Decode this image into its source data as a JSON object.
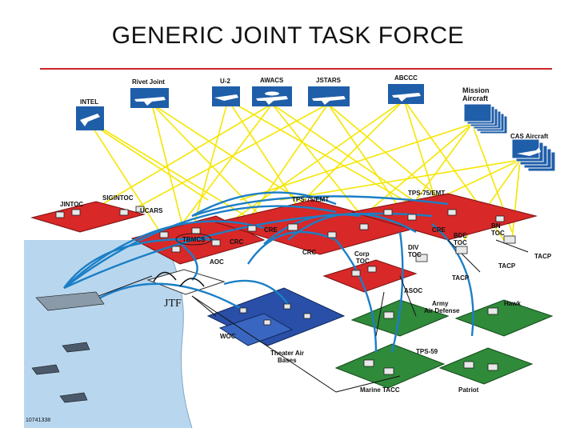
{
  "title": "GENERIC JOINT TASK FORCE",
  "colors": {
    "title_rule": "#d2232a",
    "yellow_link": "#f5e600",
    "blue_link": "#1b7fc6",
    "sea": "#b8d7ef",
    "red_platform": "#d82828",
    "blue_platform": "#2a4fa8",
    "green_platform": "#2f8a3a",
    "aircraft_box": "#1f5ea8"
  },
  "labels": {
    "intel": "INTEL",
    "rivet_joint": "Rivet Joint",
    "u2": "U-2",
    "awacs": "AWACS",
    "jstars": "JSTARS",
    "abccc": "ABCCC",
    "mission_aircraft_1": "Mission",
    "mission_aircraft_2": "Aircraft",
    "cas_aircraft": "CAS Aircraft",
    "jintoc": "JINTOC",
    "sigintoc": "SIGINTOC",
    "ucars": "UCARS",
    "tps75_left": "TPS-75/EMT",
    "tps75_right": "TPS-75/EMT",
    "tbmcs": "TBMCS",
    "crc_small": "CRC",
    "aoc": "AOC",
    "cre_left": "CRE",
    "cre_right": "CRE",
    "crc": "CRC",
    "corp_toc_1": "Corp",
    "corp_toc_2": "TOC",
    "div_toc_1": "DIV",
    "div_toc_2": "TOC",
    "bde_toc_1": "BDE",
    "bde_toc_2": "TOC",
    "bn_toc_1": "BN",
    "bn_toc_2": "TOC",
    "tacp_1": "TACP",
    "tacp_2": "TACP",
    "tacp_3": "TACP",
    "asoc": "ASOC",
    "jtf": "JTF",
    "woc": "WOC",
    "theater_air_bases_1": "Theater Air",
    "theater_air_bases_2": "Bases",
    "army_air_defense_1": "Army",
    "army_air_defense_2": "Air Defense",
    "hawk": "Hawk",
    "tps59": "TPS-59",
    "marine_tacc": "Marine TACC",
    "patriot": "Patriot",
    "ref_number": "10741338"
  }
}
